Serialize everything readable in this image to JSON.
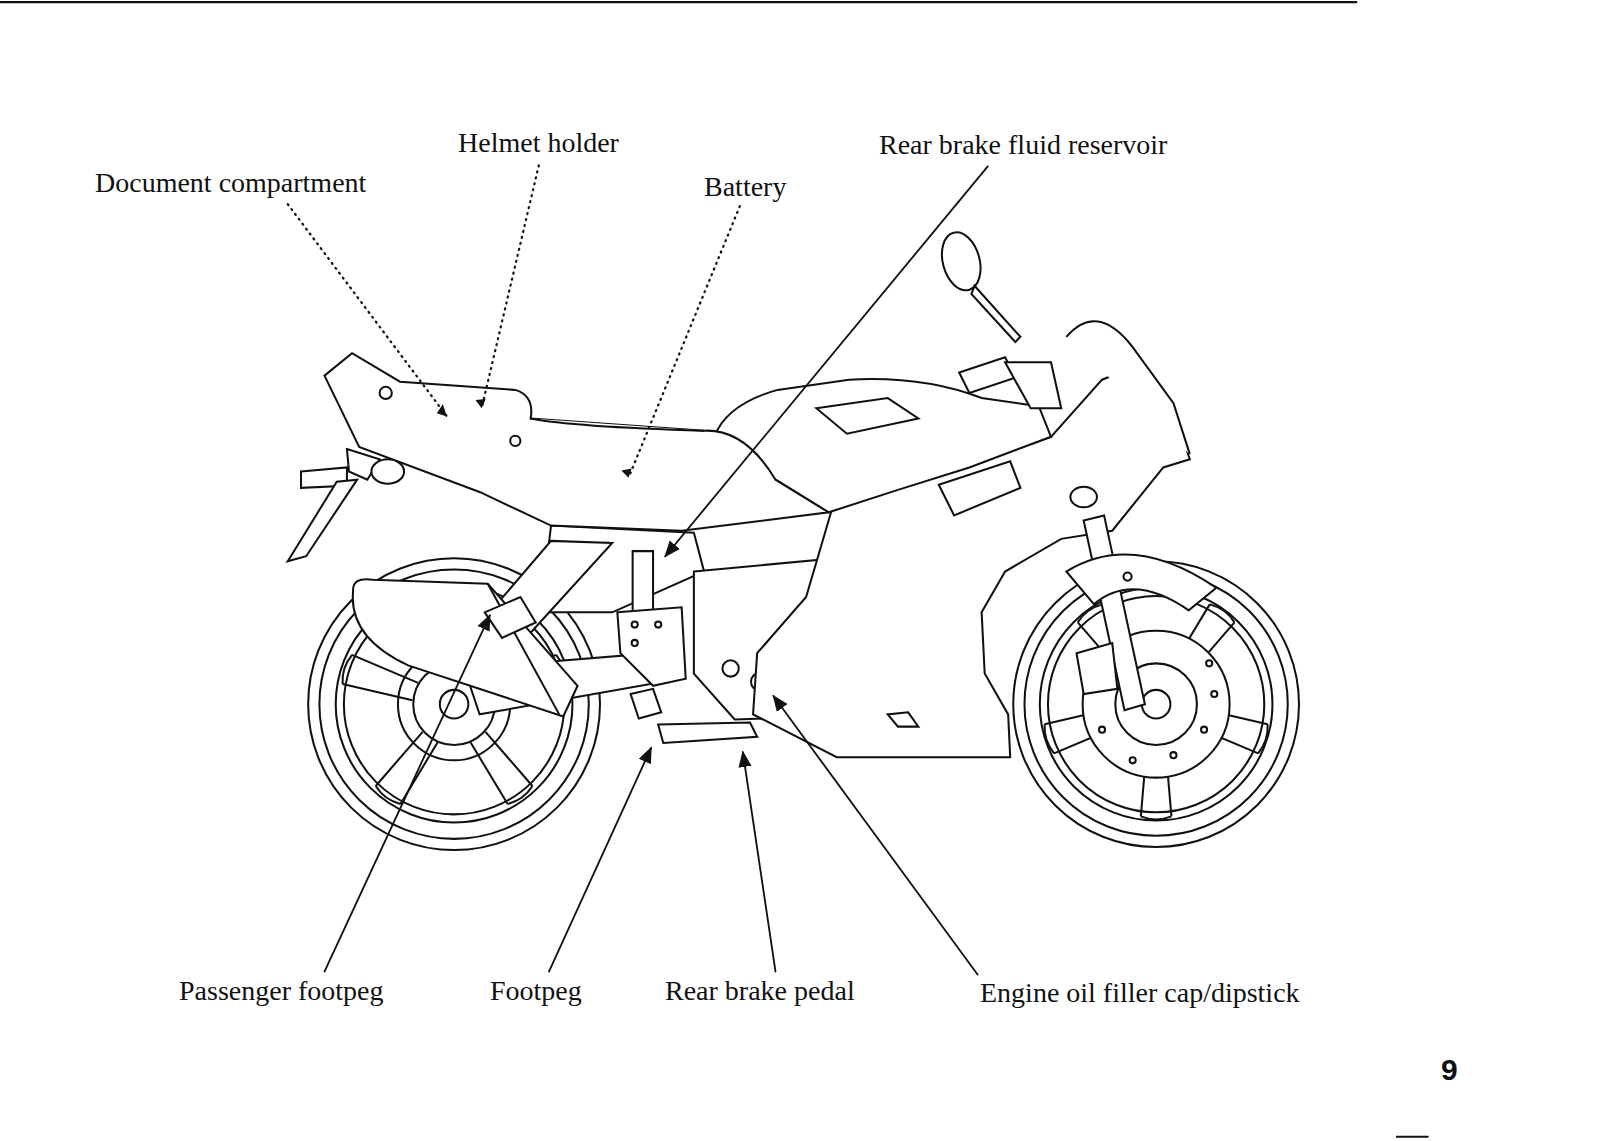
{
  "diagram": {
    "labels": [
      "Document compartment",
      "Helmet holder",
      "Battery",
      "Rear brake fluid reservoir",
      "Passenger footpeg",
      "Footpeg",
      "Rear brake pedal",
      "Engine oil filler cap/dipstick",
      "9"
    ]
  }
}
